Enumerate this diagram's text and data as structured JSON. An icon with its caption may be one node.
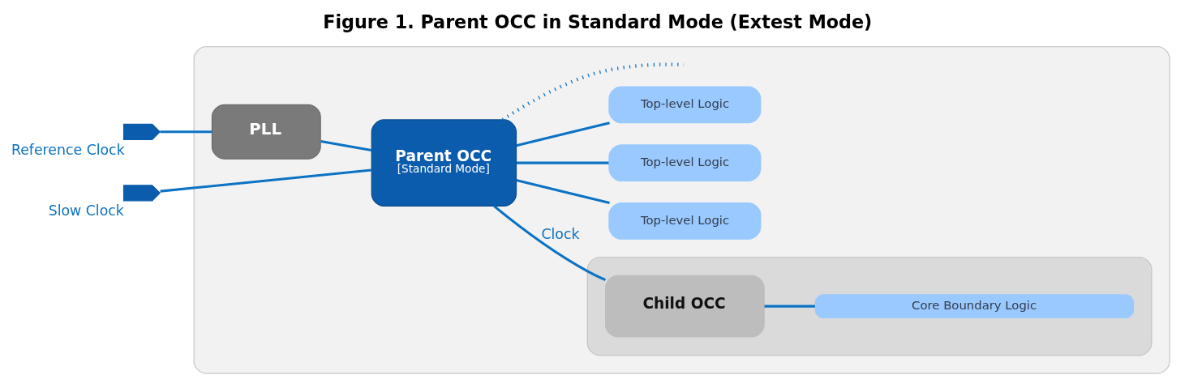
{
  "diagram": {
    "title": "Figure 1. Parent OCC in Standard Mode (Extest Mode)",
    "nodes": [
      {
        "text": [],
        "shape": "pentagon",
        "beside": [
          "Reference Clock"
        ]
      },
      {
        "text": [],
        "shape": "pentagon",
        "beside": [
          "Slow Clock"
        ]
      },
      {
        "text": [],
        "shape": "box"
      },
      {
        "text": [
          "PLL"
        ],
        "in": 2
      },
      {
        "text": [
          "Parent OCC",
          "[Standard Mode]"
        ],
        "in": 2
      },
      {
        "text": [],
        "shape": "box",
        "in": 2
      },
      {
        "text": [
          "Child OCC"
        ],
        "in": 5
      },
      {
        "text": [
          "Core Boundary Logic"
        ],
        "in": 5
      },
      {
        "text": [
          "Top-level Logic"
        ],
        "in": 2
      },
      {
        "text": [
          "Top-level Logic"
        ],
        "in": 2
      },
      {
        "text": [
          "Top-level Logic"
        ],
        "in": 2
      }
    ],
    "edges": [
      {
        "from": 0,
        "to": 3,
        "arrow": "none"
      },
      {
        "from": 3,
        "to": 4,
        "arrow": "none"
      },
      {
        "from": 1,
        "to": 4,
        "arrow": "none"
      },
      {
        "from": 4,
        "to": 6,
        "arrow": "none",
        "label": "Clock"
      },
      {
        "from": 6,
        "to": 7,
        "arrow": "none"
      },
      {
        "from": 4,
        "to": 8,
        "arrow": "none"
      },
      {
        "from": 4,
        "to": 9,
        "arrow": "none"
      },
      {
        "from": 4,
        "to": 10,
        "arrow": "none"
      },
      {
        "from": 4,
        "to": null,
        "arrow": "none",
        "style": "dashed"
      }
    ]
  }
}
